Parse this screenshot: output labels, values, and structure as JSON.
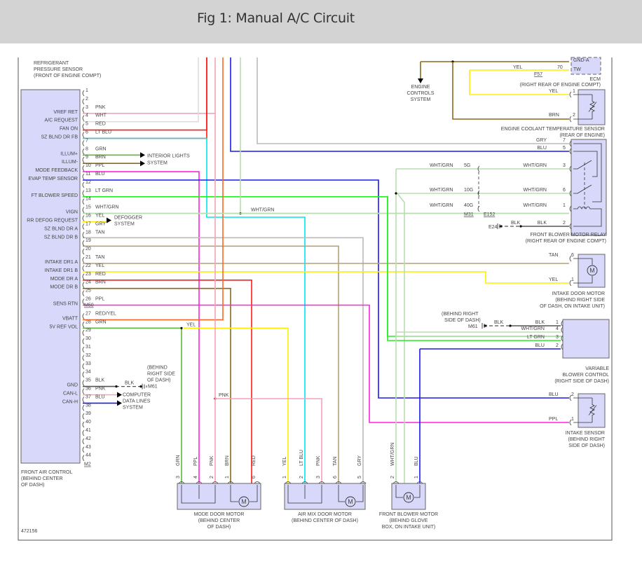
{
  "header": {
    "title": "Fig 1: Manual A/C Circuit"
  },
  "figure_id": "472156",
  "colors": {
    "PNK": "#f7a1b5",
    "WHT": "#dddddd",
    "RED": "#ff1a1a",
    "LT BLU": "#00e5ee",
    "GRN": "#5cb83c",
    "BRN": "#8a6a1a",
    "PPL": "#ff22dd",
    "BLU": "#1a1aee",
    "LT GRN": "#22ee22",
    "WHT/GRN": "#b8ddb0",
    "YEL": "#ffee00",
    "GRY": "#bbbbbb",
    "TAN": "#b5a27a",
    "RED/YEL": "#ff6622",
    "BLK": "#555555",
    "component_fill": "#d8d8fa"
  },
  "components": {
    "front_air_control": {
      "name": "FRONT AIR CONTROL",
      "location": [
        "(BEHIND CENTER",
        "OF DASH)"
      ],
      "connector_refs": [
        "M50",
        "M2"
      ],
      "pins": [
        {
          "pin": "1",
          "label": "",
          "wire": ""
        },
        {
          "pin": "2",
          "label": "",
          "wire": ""
        },
        {
          "pin": "3",
          "label": "VREF RET",
          "wire": "PNK"
        },
        {
          "pin": "4",
          "label": "A/C REQUEST",
          "wire": "WHT"
        },
        {
          "pin": "5",
          "label": "FAN ON",
          "wire": "RED"
        },
        {
          "pin": "6",
          "label": "SZ BLND DR FB",
          "wire": "LT BLU"
        },
        {
          "pin": "7",
          "label": "",
          "wire": ""
        },
        {
          "pin": "8",
          "label": "ILLUM+",
          "wire": "GRN"
        },
        {
          "pin": "9",
          "label": "ILLUM-",
          "wire": "BRN"
        },
        {
          "pin": "10",
          "label": "MODE FEEDBACK",
          "wire": "PPL"
        },
        {
          "pin": "11",
          "label": "EVAP TEMP SENSOR",
          "wire": "BLU"
        },
        {
          "pin": "12",
          "label": "",
          "wire": ""
        },
        {
          "pin": "13",
          "label": "FT BLOWER SPEED",
          "wire": "LT GRN"
        },
        {
          "pin": "14",
          "label": "",
          "wire": ""
        },
        {
          "pin": "15",
          "label": "VIGN",
          "wire": "WHT/GRN"
        },
        {
          "pin": "16",
          "label": "RR DEFOG REQUEST",
          "wire": "YEL"
        },
        {
          "pin": "17",
          "label": "SZ BLND DR A",
          "wire": "GRY"
        },
        {
          "pin": "18",
          "label": "SZ BLND DR B",
          "wire": "TAN"
        },
        {
          "pin": "19",
          "label": "",
          "wire": ""
        },
        {
          "pin": "20",
          "label": "",
          "wire": ""
        },
        {
          "pin": "21",
          "label": "INTAKE DR1 A",
          "wire": "TAN"
        },
        {
          "pin": "22",
          "label": "INTAKE DR1 B",
          "wire": "YEL"
        },
        {
          "pin": "23",
          "label": "MODE DR A",
          "wire": "RED"
        },
        {
          "pin": "24",
          "label": "MODE DR B",
          "wire": "BRN"
        },
        {
          "pin": "25",
          "label": "",
          "wire": ""
        },
        {
          "pin": "26",
          "label": "SENS RTN",
          "wire": "PPL"
        },
        {
          "pin": "27",
          "label": "VBATT",
          "wire": "RED/YEL"
        },
        {
          "pin": "28",
          "label": "5V REF VOL",
          "wire": "GRN"
        },
        {
          "pin": "29",
          "label": "",
          "wire": ""
        },
        {
          "pin": "30",
          "label": "",
          "wire": ""
        },
        {
          "pin": "31",
          "label": "",
          "wire": ""
        },
        {
          "pin": "32",
          "label": "",
          "wire": ""
        },
        {
          "pin": "33",
          "label": "",
          "wire": ""
        },
        {
          "pin": "34",
          "label": "",
          "wire": ""
        },
        {
          "pin": "35",
          "label": "GND",
          "wire": "BLK"
        },
        {
          "pin": "36",
          "label": "CAN-L",
          "wire": "PNK"
        },
        {
          "pin": "37",
          "label": "CAN-H",
          "wire": "BLU"
        },
        {
          "pin": "38",
          "label": "",
          "wire": ""
        },
        {
          "pin": "39",
          "label": "",
          "wire": ""
        },
        {
          "pin": "40",
          "label": "",
          "wire": ""
        },
        {
          "pin": "41",
          "label": "",
          "wire": ""
        },
        {
          "pin": "42",
          "label": "",
          "wire": ""
        },
        {
          "pin": "43",
          "label": "",
          "wire": ""
        },
        {
          "pin": "44",
          "label": "",
          "wire": ""
        }
      ]
    },
    "refrigerant_pressure_sensor": {
      "lines": [
        "REFRIGERANT",
        "PRESSURE SENSOR",
        "(FRONT OF ENGINE COMPT)"
      ]
    },
    "engine_controls": {
      "lines": [
        "ENGINE",
        "CONTROLS",
        "SYSTEM"
      ]
    },
    "ecm": {
      "name": "ECM",
      "location": "(RIGHT REAR OF ENGINE COMPT)",
      "pins": [
        {
          "pin": "",
          "label": "GND-A"
        },
        {
          "pin": "70",
          "label": "TW",
          "wire": "YEL"
        }
      ],
      "connector_ref": "F57"
    },
    "ect_sensor": {
      "name": "ENGINE COOLANT TEMPERATURE SENSOR",
      "location": "(REAR OF ENGINE)",
      "pins": [
        {
          "pin": "1",
          "wire": "YEL"
        },
        {
          "pin": "2",
          "wire": "BRN"
        }
      ]
    },
    "blower_relay": {
      "name": "FRONT BLOWER MOTOR RELAY",
      "location": "(RIGHT REAR OF ENGINE COMPT)",
      "pins": [
        {
          "pin": "7",
          "wire": "GRY"
        },
        {
          "pin": "5",
          "wire": "BLU"
        },
        {
          "pin": "3",
          "wire": "WHT/GRN"
        },
        {
          "pin": "6",
          "wire": "WHT/GRN"
        },
        {
          "pin": "1",
          "wire": "WHT/GRN"
        },
        {
          "pin": "2",
          "wire": "BLK"
        }
      ],
      "junctions": [
        {
          "pin": "5G",
          "wire": "WHT/GRN"
        },
        {
          "pin": "10G",
          "wire": "WHT/GRN"
        },
        {
          "pin": "40G",
          "wire": "WHT/GRN"
        }
      ],
      "connector_refs": [
        "M31",
        "E152"
      ],
      "ground": "E24",
      "ground_wire": "BLK"
    },
    "defogger": {
      "lines": [
        "DEFOGGER",
        "SYSTEM"
      ]
    },
    "interior_lights": {
      "lines": [
        "INTERIOR LIGHTS",
        "SYSTEM"
      ]
    },
    "computer_data": {
      "lines": [
        "COMPUTER",
        "DATA LINES",
        "SYSTEM"
      ]
    },
    "ground_m61_left": {
      "ref": "M61",
      "wire": "BLK",
      "location": [
        "(BEHIND",
        "RIGHT SIDE",
        "OF DASH)"
      ]
    },
    "ground_m61_right": {
      "ref": "M61",
      "wire": "BLK",
      "location": [
        "(BEHIND RIGHT",
        "SIDE OF DASH)"
      ]
    },
    "intake_door_motor": {
      "name": "INTAKE DOOR MOTOR",
      "location": [
        "(BEHIND RIGHT SIDE",
        "OF DASH, ON INTAKE UNIT)"
      ],
      "pins": [
        {
          "pin": "6",
          "wire": "TAN"
        },
        {
          "pin": "1",
          "wire": "YEL"
        }
      ]
    },
    "variable_blower_control": {
      "name": [
        "VARIABLE",
        "BLOWER CONTROL"
      ],
      "location": "(RIGHT SIDE OF DASH)",
      "pins": [
        {
          "pin": "1",
          "wire": "BLK"
        },
        {
          "pin": "4",
          "wire": "WHT/GRN"
        },
        {
          "pin": "3",
          "wire": "LT GRN"
        },
        {
          "pin": "2",
          "wire": "BLU"
        }
      ]
    },
    "intake_sensor": {
      "name": "INTAKE SENSOR",
      "location": [
        "(BEHIND RIGHT",
        "SIDE OF DASH)"
      ],
      "pins": [
        {
          "pin": "2",
          "wire": "BLU"
        },
        {
          "pin": "1",
          "wire": "PPL"
        }
      ]
    },
    "mode_door_motor": {
      "name": "MODE DOOR MOTOR",
      "location": [
        "(BEHIND CENTER",
        "OF DASH)"
      ],
      "pins": [
        {
          "pin": "3",
          "wire": "GRN"
        },
        {
          "pin": "4",
          "wire": "PPL"
        },
        {
          "pin": "2",
          "wire": "PNK"
        },
        {
          "pin": "1",
          "wire": "BRN"
        },
        {
          "pin": "6",
          "wire": "RED"
        }
      ]
    },
    "air_mix_door_motor": {
      "name": "AIR MIX DOOR MOTOR",
      "location": "(BEHIND CENTER OF DASH)",
      "pins": [
        {
          "pin": "1",
          "wire": "YEL"
        },
        {
          "pin": "2",
          "wire": "LT BLU"
        },
        {
          "pin": "3",
          "wire": "PNK"
        },
        {
          "pin": "6",
          "wire": "TAN"
        },
        {
          "pin": "5",
          "wire": "GRY"
        }
      ]
    },
    "front_blower_motor": {
      "name": "FRONT BLOWER MOTOR",
      "location": [
        "(BEHIND GLOVE",
        "BOX, ON INTAKE UNIT)"
      ],
      "pins": [
        {
          "pin": "2",
          "wire": "WHT/GRN"
        },
        {
          "pin": "1",
          "wire": "BLU"
        }
      ]
    }
  },
  "wire_labels": {
    "yel": "YEL",
    "pnk": "PNK",
    "whtgrn": "WHT/GRN",
    "blk": "BLK",
    "brn": "BRN",
    "gry": "GRY",
    "blu": "BLU",
    "tan": "TAN",
    "ltgrn": "LT GRN",
    "ppl": "PPL",
    "m": "M"
  }
}
